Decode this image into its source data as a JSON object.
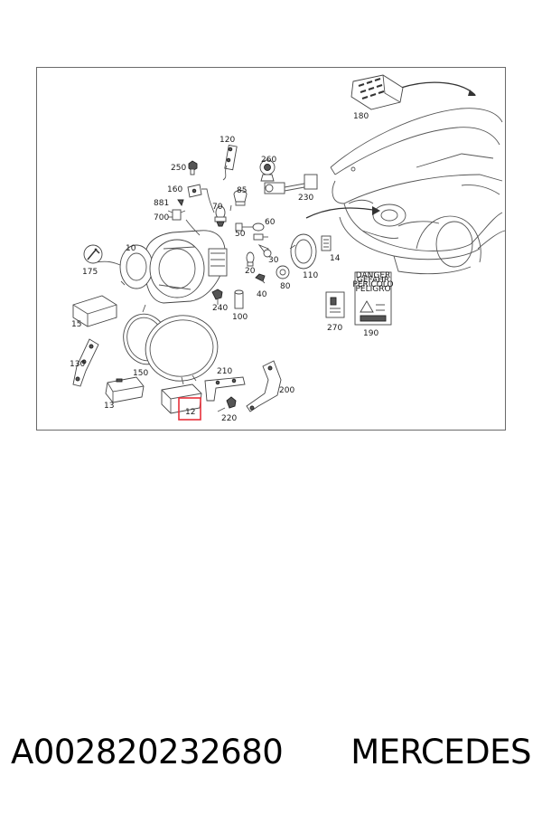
{
  "labels": {
    "l180": "180",
    "l120": "120",
    "l260": "260",
    "l250": "250",
    "l160": "160",
    "l230": "230",
    "l85": "85",
    "l881": "881",
    "l700": "700",
    "l70": "70",
    "l60": "60",
    "l50": "50",
    "l10": "10",
    "l14": "14",
    "l30": "30",
    "l20": "20",
    "l175": "175",
    "l80": "80",
    "l110": "110",
    "l40": "40",
    "l240": "240",
    "l100": "100",
    "l270": "270",
    "l190": "190",
    "l15": "15",
    "l130": "130",
    "l150": "150",
    "l210": "210",
    "l200": "200",
    "l13": "13",
    "l12": "12",
    "l220": "220"
  },
  "warning_label": {
    "line1": "DANGER",
    "line2": "GEFAHR",
    "line3": "PERICOLO",
    "line4": "PELIGRO"
  },
  "caption": {
    "part_number": "A002820232680",
    "brand": "MERCEDES"
  },
  "colors": {
    "highlight": "#e8303a",
    "frame": "#6a6a6a"
  }
}
